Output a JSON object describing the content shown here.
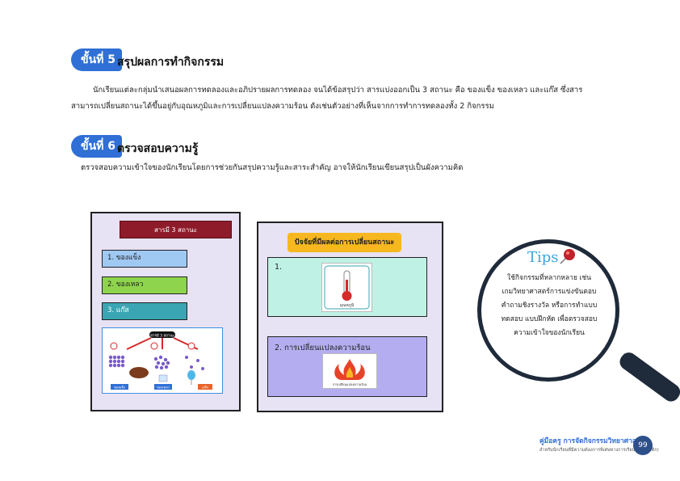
{
  "step5": {
    "badge": "ขั้นที่ 5",
    "title": "สรุปผลการทำกิจกรรม",
    "line1": "นักเรียนแต่ละกลุ่มนำเสนอผลการทดลองและอภิปรายผลการทดลอง จนได้ข้อสรุปว่า สารแบ่งออกเป็น 3 สถานะ คือ ของแข็ง ของเหลว และแก๊ส ซึ่งสาร",
    "line2": "สามารถเปลี่ยนสถานะได้ขึ้นอยู่กับอุณหภูมิและการเปลี่ยนแปลงความร้อน ดังเช่นตัวอย่างที่เห็นจากการทำการทดลองทั้ง 2 กิจกรรม"
  },
  "step6": {
    "badge": "ขั้นที่ 6",
    "title": "ตรวจสอบความรู้",
    "line1": "ตรวจสอบความเข้าใจของนักเรียนโดยการช่วยกันสรุปความรู้และสาระสำคัญ อาจให้นักเรียนเขียนสรุปเป็นผังความคิด"
  },
  "left_panel": {
    "banner": "สารมี 3 สถานะ",
    "states": [
      "1. ของแข็ง",
      "2. ของเหลว",
      "3. แก๊ส"
    ],
    "mini_title": "สารมี 3 สถานะ",
    "mini_labels": [
      "ของแข็ง",
      "ของเหลว",
      "แก๊ส"
    ]
  },
  "right_panel": {
    "banner": "ปัจจัยที่มีผลต่อการเปลี่ยนสถานะ",
    "factor1": "1.",
    "factor1_card": "อุณหภูมิ",
    "factor2": "2.  การเปลี่ยนแปลงความร้อน",
    "factor2_card": "การเปลี่ยนแปลงความร้อน"
  },
  "tips": {
    "title": "Tips",
    "line1": "ใช้กิจกรรมที่หลากหลาย เช่น",
    "line2": "เกมวิทยาศาสตร์การแข่งขันตอบ",
    "line3": "คำถามชิงรางวัล หรือการทำแบบ",
    "line4": "ทดสอบ แบบฝึกหัด เพื่อตรวจสอบ",
    "line5": "ความเข้าใจของนักเรียน"
  },
  "footer": {
    "title": "คู่มือครู การจัดกิจกรรมวิทยาศาสตร์",
    "subtitle": "สำหรับนักเรียนที่มีความต้องการพิเศษทางการเรียนรู้ (ออทิสติก)",
    "page": "99"
  },
  "colors": {
    "accent": "#2f6fd6",
    "banner_red": "#8e1b2a",
    "banner_yellow": "#f7b81f",
    "solid_box": "#9fc8f2",
    "liquid_box": "#8ed44d",
    "gas_box": "#3aa6b3",
    "factor1_box": "#bff2e4",
    "factor2_box": "#b4aef0",
    "panel_bg": "#e7e2f4",
    "page_num_bg": "#2d4f8a"
  }
}
